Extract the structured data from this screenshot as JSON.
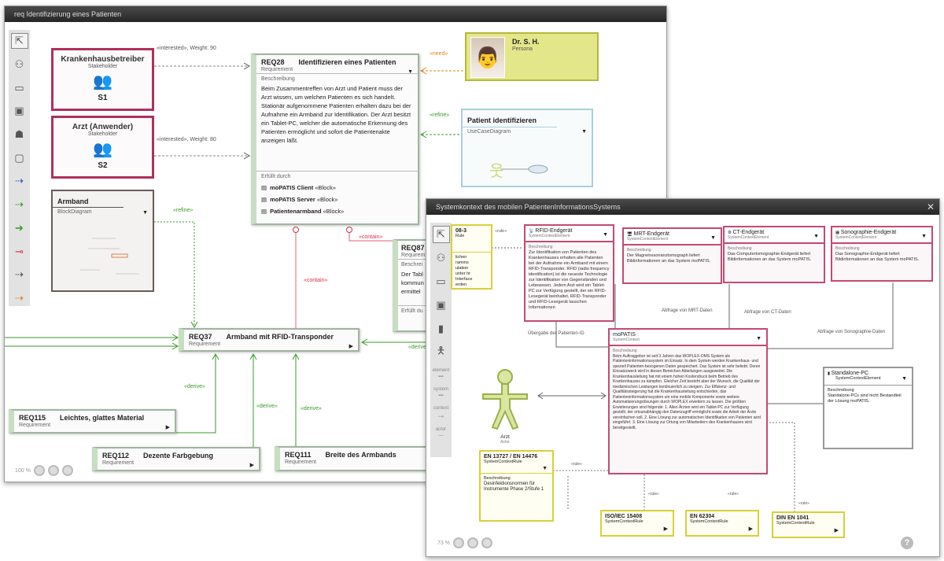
{
  "window1": {
    "title": "req Identifizierung eines Patienten",
    "zoom": "100 %",
    "toolbar": [
      "select-tool",
      "stakeholder-tool",
      "block-tool",
      "persona-tool",
      "group-tool",
      "frame-tool",
      "trace-link-tool",
      "refine-link-tool",
      "derive-link-tool",
      "contain-link-tool",
      "dependency-link-tool",
      "need-link-tool"
    ],
    "stakeholders": [
      {
        "name": "Krankenhausbetreiber",
        "type": "Stakeholder",
        "id": "S1",
        "link": "«interested», Weight: 90"
      },
      {
        "name": "Arzt (Anwender)",
        "type": "Stakeholder",
        "id": "S2",
        "link": "«interested», Weight: 80"
      }
    ],
    "armband": {
      "name": "Armband",
      "type": "BlockDiagram",
      "link": "«refine»"
    },
    "req28": {
      "id": "REQ28",
      "title": "Identifizieren eines Patienten",
      "type": "Requirement",
      "desc_label": "Beschreibung",
      "desc": "Beim Zusammentreffen von Arzt und Patient muss der Arzt wissen, um welchen Patienten es sich handelt. Stationär aufgenommene Patienten erhalten dazu bei der Aufnahme ein Armband zur Identifikation. Der Arzt besitzt ein Tablet-PC, welcher die automatische Erkennung des Patienten ermöglicht und sofort die Patientenakte anzeigen läßt.",
      "fulfilled_label": "Erfüllt durch",
      "fulfilled": [
        {
          "name": "moPATIS Client",
          "stereo": "«Block»"
        },
        {
          "name": "moPATIS Server",
          "stereo": "«Block»"
        },
        {
          "name": "Patientenarmband",
          "stereo": "«Block»"
        }
      ]
    },
    "persona": {
      "name": "Dr. S. H.",
      "type": "Persona",
      "link": "«need»"
    },
    "usecase": {
      "name": "Patient identifizieren",
      "type": "UseCaseDiagram",
      "link": "«refine»"
    },
    "req87": {
      "id": "REQ87",
      "type": "Requirem",
      "desc_label": "Beschrei",
      "desc": "Der Tabl kommun ermittel",
      "fulfilled_label": "Erfüllt du"
    },
    "contain_labels": [
      "«contain»",
      "«contain»"
    ],
    "req37": {
      "id": "REQ37",
      "title": "Armband mit RFID-Transponder",
      "type": "Requirement"
    },
    "derive_label": "«derive»",
    "reqs": [
      {
        "id": "REQ115",
        "title": "Leichtes, glattes Material",
        "type": "Requirement"
      },
      {
        "id": "REQ112",
        "title": "Dezente Farbgebung",
        "type": "Requirement"
      },
      {
        "id": "REQ111",
        "title": "Breite  des Armbands",
        "type": "Requirement"
      }
    ]
  },
  "window2": {
    "title": "Systemkontext des mobilen PatientenInformationsSystems",
    "zoom": "73 %",
    "tool_labels": [
      "element",
      "system",
      "context",
      "actor"
    ],
    "rule_partial": {
      "name": "08-3",
      "type": "Rule",
      "desc": "lichen ramms ulation unter hr Interface erden"
    },
    "elements": [
      {
        "name": "RFID-Endgerät",
        "type": "SystemContextElement",
        "desc": "Zur Identifikation von Patienten des Krankenhauses erhalten alle Patienten bei der Aufnahme ein Armband mit einem RFID-Transponder. RFID (radio frequency identification) ist die neueste Technologie zur Identifikation von Gegenständen und Lebewesen. Jedem Arzt wird ein Tablet-PC zur Verfügung gestellt, der ein RFID-Lesegerät beinhaltet. RFID-Transponder und RFID-Lesegerät tauschen Informationen"
      },
      {
        "name": "MRT-Endgerät",
        "type": "SystemContextElement",
        "desc": "Der Magnetresonanztomograph liefert Bildinformationen an das System moPATIS."
      },
      {
        "name": "CT-Endgerät",
        "type": "SystemContextElement",
        "desc": "Das Computertomographie-Endgerät liefert Bildinformationen an das System moPATIS."
      },
      {
        "name": "Sonographie-Endgerät",
        "type": "SystemContextElement",
        "desc": "Das Sonographie-Endgerät liefert Bildinformationen an das System moPATIS."
      }
    ],
    "desc_label": "Beschreibung",
    "system": {
      "name": "moPATIS",
      "type": "SystemContext",
      "desc": "Beim Auftraggeber ist seit 3 Jahren das WOPLEX-OMS System als Patienteninformationssystem im Einsatz. In dem System werden Krankenhaus- und speziell Patienten-bezogenen Daten gespeichert. Das System ist sehr beliebt. Deren Einsatzzweck wird in diesen Bereichen Abteilungen ausgeweitet. Die Krankenhausleitung hat mit einem hohen Kostendruck beim Betrieb des Krankenhauses zu kämpfen. Gleicher Zeit besteht aber der Wunsch, die Qualität der medizinischen Leistungen kontinuierlich zu steigern. Zur Effizienz- und Qualitätssteigerung hat die Krankenhausleitung entschieden, das Patienteninformationssystem um eine mobile Komponente sowie weitere Automatisierungslösungen durch WOPLEX erweitern zu lassen. Die größten Erweiterungen sind folgende: 1. Allen Ärzten wird ein Tablet-PC zur Verfügung gestellt, der ortsunabhängig den Datenzugriff ermöglicht sowie die Arbeit der Ärzte vereinfachen soll. 2. Eine Lösung zur automatischen Identifikation von Patienten wird eingeführt. 3. Eine Lösung zur Ortung von Mitarbeitern des Krankenhauses wird bereitgestellt."
    },
    "standalone": {
      "name": "Standalone-PC",
      "type": "SystemContextElement",
      "desc": "Standalone-PCs sind nicht Bestandteil der Lösung moPATIS."
    },
    "actor": {
      "name": "Arzt",
      "type": "Actor"
    },
    "rules": [
      {
        "name": "EN 13727 / EN 14476",
        "type": "SystemContextRule",
        "desc": "Desinfektionsnormen für Instrumente Phase 2/Stufe 1"
      },
      {
        "name": "ISO/IEC 15408",
        "type": "SystemContextRule"
      },
      {
        "name": "EN 62304",
        "type": "SystemContextRule"
      },
      {
        "name": "DIN EN 1041",
        "type": "SystemContextRule"
      }
    ],
    "link_labels": {
      "mrt": "Abfrage von MRT-Daten",
      "ct": "Abfrage von CT-Daten",
      "sono": "Abfrage von Sonographie-Daten",
      "rfid": "Übergabe der Patienten-ID",
      "rule": "«rule»"
    }
  },
  "colors": {
    "stakeholder": "#b0305a",
    "requirement": "#9fb59f",
    "derive": "#3a9a2a",
    "contain": "#d9304a",
    "need": "#e08020",
    "persona": "#e4e68a",
    "context": "#c44a72",
    "rule": "#d9cf3a"
  }
}
